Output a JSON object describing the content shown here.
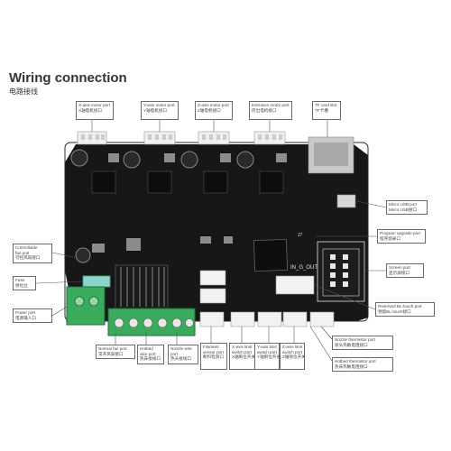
{
  "header": {
    "title": "Wiring connection",
    "subtitle": "电路接线"
  },
  "labels": {
    "x_motor": {
      "en": "X-axis motor port",
      "cn": "X轴电机接口"
    },
    "y_motor": {
      "en": "Y-axis motor port",
      "cn": "Y轴电机接口"
    },
    "z_motor": {
      "en": "Z-axis motor port",
      "cn": "Z轴电机接口"
    },
    "e_motor": {
      "en": "Extrusion motor port",
      "cn": "挤出电机接口"
    },
    "tf_card": {
      "en": "TF card slot",
      "cn": "TF卡槽"
    },
    "micro_usb": {
      "en": "Micro USB port",
      "cn": "Micro USB接口"
    },
    "program_upgrade": {
      "en": "Program upgrade port",
      "cn": "程序烧录口"
    },
    "screen": {
      "en": "Screen port",
      "cn": "显示屏接口"
    },
    "bltouch": {
      "en": "Reserved BL-touch port",
      "cn": "预留BL-touch接口"
    },
    "controllable_fan": {
      "en": "Controllable",
      "en2": "fan port",
      "cn": "可控风扇接口"
    },
    "fuse": {
      "en": "Fuse",
      "cn": "保险丝"
    },
    "power": {
      "en": "Power port",
      "cn": "电源输入口"
    },
    "normal_fan": {
      "en": "Normal fan port",
      "cn": "常开风扇接口"
    },
    "hotbed_wire": {
      "en": "Hotbed",
      "en2": "wire port",
      "cn": "热床接线口"
    },
    "nozzle_wire": {
      "en": "Nozzle wire",
      "en2": "port",
      "cn": "热头接线口"
    },
    "filament_sensor": {
      "en": "Filament",
      "en2": "sensor port",
      "cn": "断料检测口"
    },
    "x_limit": {
      "en": "X-axis limit",
      "en2": "switch port",
      "cn": "X轴限位开关口"
    },
    "y_limit": {
      "en": "Y-axis limit",
      "en2": "switch port",
      "cn": "Y轴限位开关口"
    },
    "z_limit": {
      "en": "Z-axis limit",
      "en2": "switch port",
      "cn": "Z轴限位开关口"
    },
    "nozzle_thermistor": {
      "en": "Nozzle thermistor port",
      "cn": "喷头热敏电阻接口"
    },
    "hotbed_thermistor": {
      "en": "Hotbed thermistor port",
      "cn": "热床热敏电阻接口"
    }
  },
  "board": {
    "silk_in_g_out": "IN_G_OUT",
    "silk_j7": "J7",
    "colors": {
      "pcb": "#161616",
      "header_white": "#f2f2f2",
      "terminal_green": "#3aaa5c",
      "fuse_teal": "#8ad3c8",
      "leader": "#555555"
    }
  }
}
